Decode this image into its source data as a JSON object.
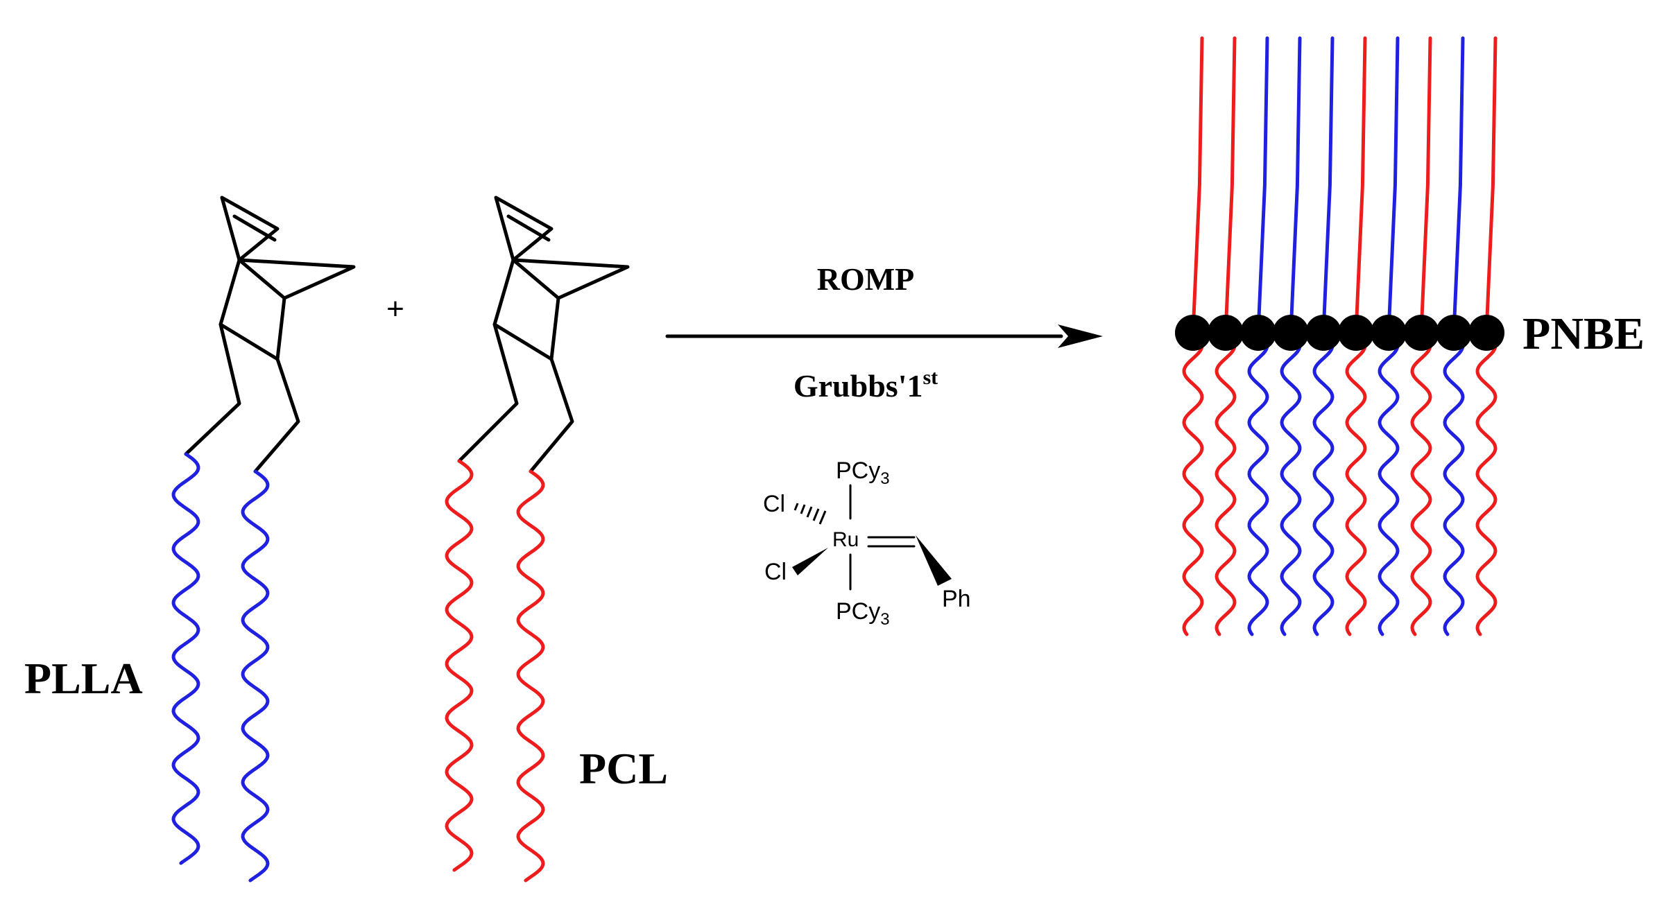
{
  "reaction": {
    "plus": "+",
    "monomer_1_label": "PLLA",
    "monomer_2_label": "PCL",
    "condition_top": "ROMP",
    "condition_bottom": "Grubbs'1",
    "condition_bottom_sup": "st",
    "product_label": "PNBE"
  },
  "catalyst": {
    "top_ligand": "PCy",
    "top_ligand_sub": "3",
    "bottom_ligand": "PCy",
    "bottom_ligand_sub": "3",
    "chloride_1": "Cl",
    "chloride_2": "Cl",
    "metal": "Ru",
    "phenyl": "Ph"
  },
  "colors": {
    "plla_chain": "#2020e0",
    "pcl_chain": "#ee1c1c",
    "backbone": "#000000",
    "bonds": "#000000"
  },
  "brush": {
    "side_chain_colors": [
      "pcl_chain",
      "pcl_chain",
      "plla_chain",
      "plla_chain",
      "plla_chain",
      "pcl_chain",
      "plla_chain",
      "pcl_chain",
      "plla_chain",
      "pcl_chain"
    ]
  }
}
